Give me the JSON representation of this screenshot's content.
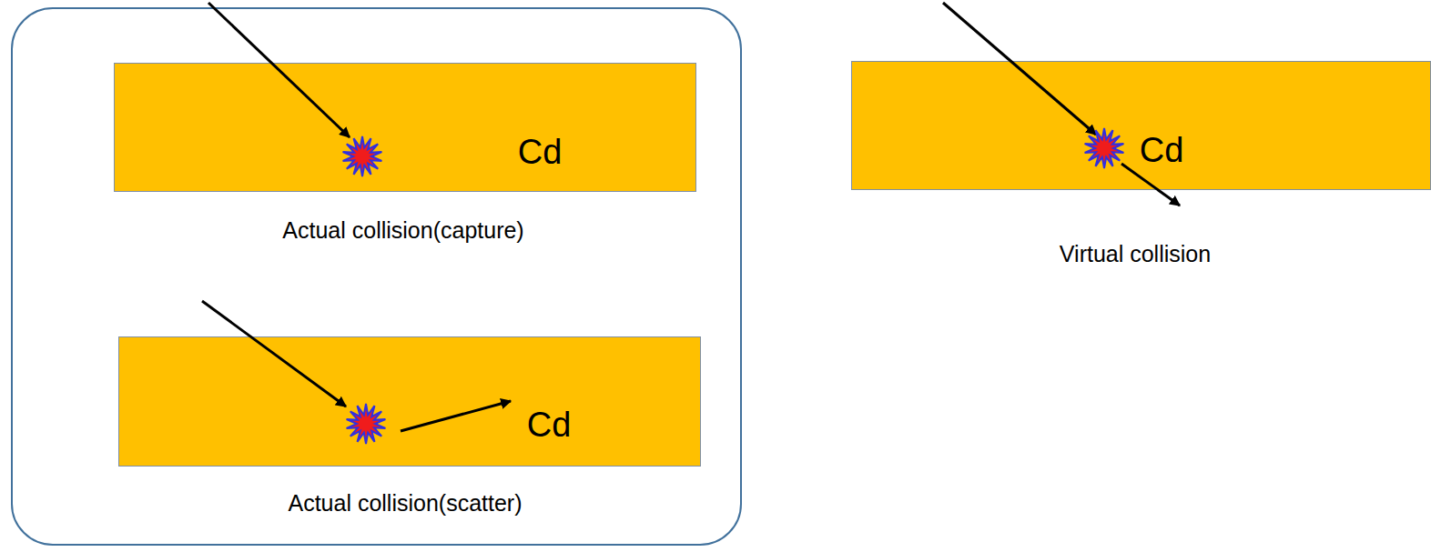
{
  "diagram": {
    "nodes": [
      {
        "text": []
      },
      {
        "text": [
          "Cd",
          "Actual collision(capture)"
        ],
        "in": 0
      },
      {
        "text": [
          "Cd",
          "Actual collision(scatter)"
        ],
        "in": 0
      },
      {
        "text": [
          "Cd",
          "Virtual collision"
        ]
      }
    ]
  }
}
